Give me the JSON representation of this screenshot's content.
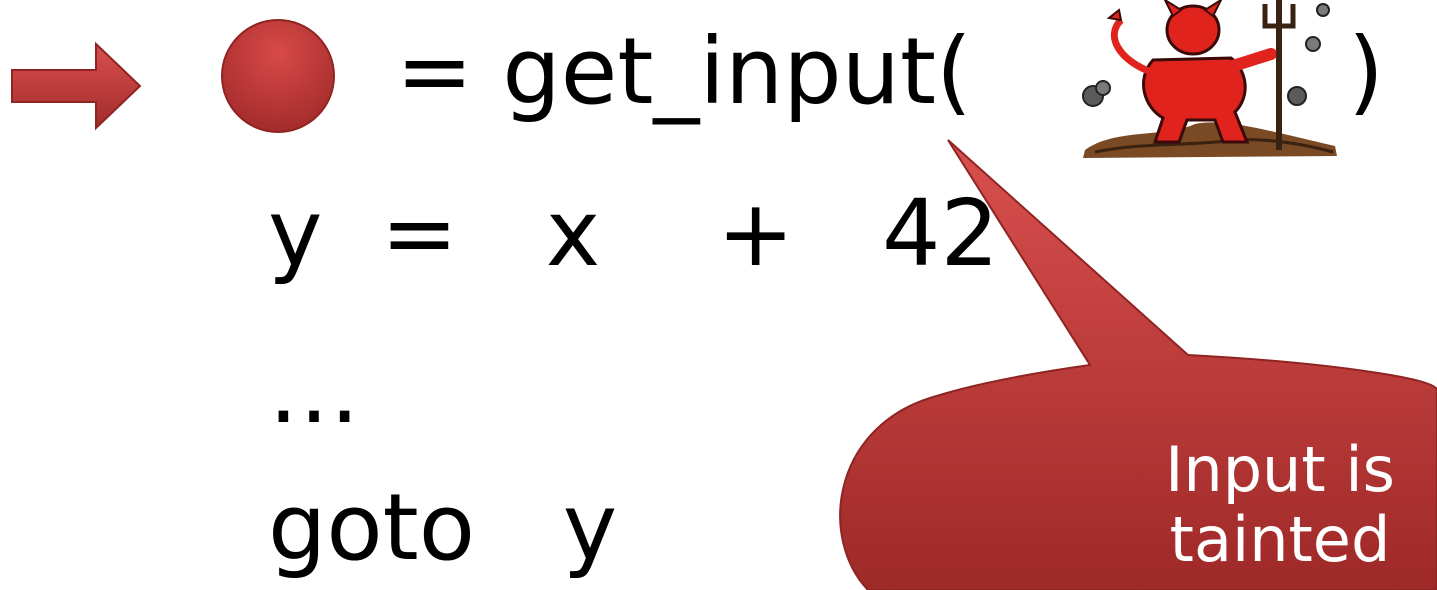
{
  "slide": {
    "line1_assign": "= get_input(",
    "line1_close": ")",
    "line2": "y  =   x    +   42",
    "line3": "…",
    "line4": "goto   y",
    "callout_line1": "Input is",
    "callout_line2": "tainted"
  },
  "colors": {
    "accent": "#b3302f",
    "accent_light": "#d9504e",
    "accent_dark": "#8f2423",
    "devil_red": "#e0231c",
    "devil_brown": "#7a4a24",
    "text": "#000000",
    "callout_text": "#ffffff"
  },
  "icons": {
    "pointer": "right-arrow-icon",
    "variable": "red-circle-icon",
    "attacker": "devil-icon"
  }
}
